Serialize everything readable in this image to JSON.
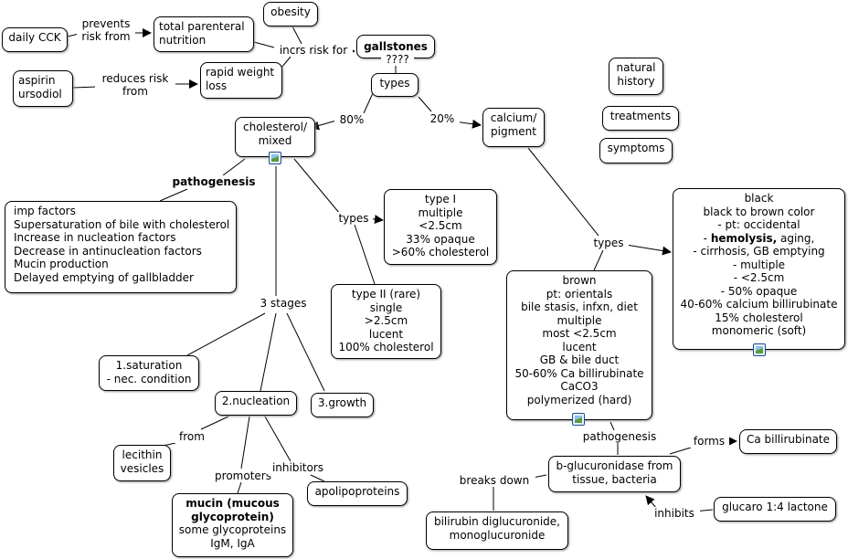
{
  "nodes": {
    "daily_cck": "daily CCK",
    "tpn": "total parenteral\nnutrition",
    "obesity": "obesity",
    "gallstones": "gallstones",
    "gallstones_sub": "????",
    "aspirin": "aspirin\nursodiol",
    "rapid_weight_loss": "rapid weight\nloss",
    "types": "types",
    "natural_history": "natural\nhistory",
    "treatments": "treatments",
    "symptoms": "symptoms",
    "cholesterol_mixed": "cholesterol/\nmixed",
    "calcium_pigment": "calcium/\npigment",
    "pathogenesis_factors": "imp factors\nSupersaturation of bile with cholesterol\nIncrease in nucleation factors\nDecrease in antinucleation factors\nMucin production\nDelayed emptying of gallbladder",
    "type1": "type I\nmultiple\n<2.5cm\n33% opaque\n>60% cholesterol",
    "type2": "type II (rare)\nsingle\n>2.5cm\nlucent\n100% cholesterol",
    "black_pre": "black\nblack to brown color\n- pt: occidental\n- ",
    "black_bold": "hemolysis,",
    "black_post": " aging,\n- cirrhosis, GB emptying\n- multiple\n- <2.5cm\n- 50% opaque\n40-60% calcium billirubinate\n15% cholesterol\nmonomeric (soft)",
    "brown": "brown\npt: orientals\nbile stasis, infxn, diet\nmultiple\nmost <2.5cm\nlucent\nGB & bile duct\n50-60% Ca billirubinate\nCaCO3\npolymerized (hard)",
    "saturation": "1.saturation\n- nec. condition",
    "nucleation": "2.nucleation",
    "growth": "3.growth",
    "lecithin": "lecithin\nvesicles",
    "apolipoproteins": "apolipoproteins",
    "mucin_bold": "mucin (mucous\nglycoprotein)",
    "mucin_rest": "some glycoproteins\nIgM, IgA",
    "ca_bilirubinate": "Ca billirubinate",
    "b_glucuronidase": "b-glucuronidase from\ntissue, bacteria",
    "glucaro": "glucaro 1:4 lactone",
    "bilirubin": "bilirubin diglucuronide,\nmonoglucuronide"
  },
  "labels": {
    "prevents": "prevents\nrisk from",
    "incrs": "incrs risk for",
    "reduces": "reduces risk\nfrom",
    "pct80": "80%",
    "pct20": "20%",
    "pathogenesis": "pathogenesis",
    "types_chol": "types",
    "types_pig": "types",
    "three_stages": "3 stages",
    "from": "from",
    "promoters": "promoters",
    "inhibitors": "inhibitors",
    "pathogenesis2": "pathogenesis",
    "forms": "forms",
    "breaks_down": "breaks down",
    "inhibits": "inhibits"
  }
}
